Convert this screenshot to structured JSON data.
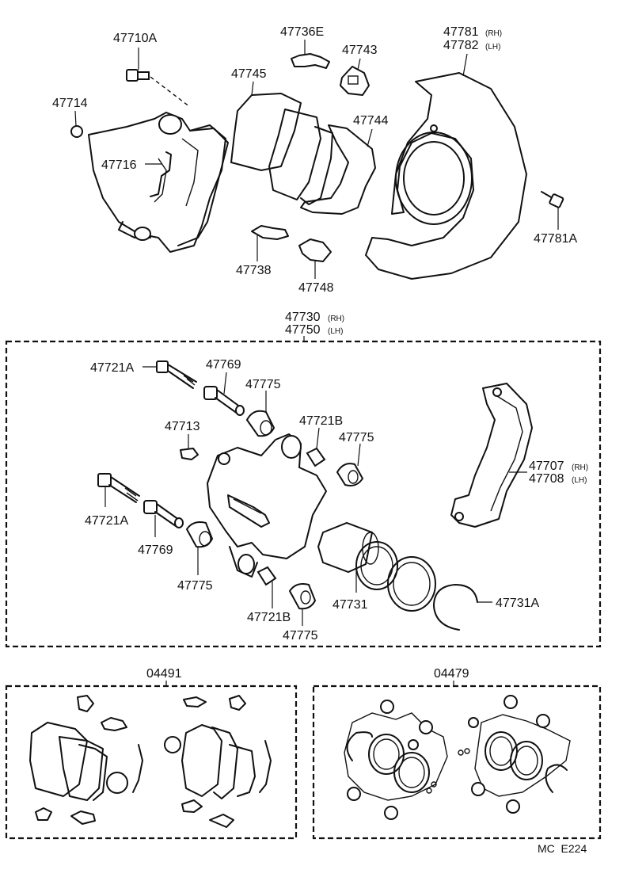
{
  "labels": {
    "p47710A": "47710A",
    "p47736E": "47736E",
    "p47781": "47781",
    "p47781_rh": "(RH)",
    "p47782": "47782",
    "p47782_lh": "(LH)",
    "p47743": "47743",
    "p47745": "47745",
    "p47714": "47714",
    "p47744": "47744",
    "p47716": "47716",
    "p47781A": "47781A",
    "p47738": "47738",
    "p47748": "47748",
    "p47730": "47730",
    "p47730_rh": "(RH)",
    "p47750": "47750",
    "p47750_lh": "(LH)",
    "p47721A_1": "47721A",
    "p47769_1": "47769",
    "p47775_1": "47775",
    "p47713": "47713",
    "p47721B_1": "47721B",
    "p47775_2": "47775",
    "p47707": "47707",
    "p47707_rh": "(RH)",
    "p47708": "47708",
    "p47708_lh": "(LH)",
    "p47721A_2": "47721A",
    "p47769_2": "47769",
    "p47775_3": "47775",
    "p47731": "47731",
    "p47731A": "47731A",
    "p47721B_2": "47721B",
    "p47775_4": "47775",
    "kit04491": "04491",
    "kit04479": "04479",
    "footer": "MC  E224"
  }
}
